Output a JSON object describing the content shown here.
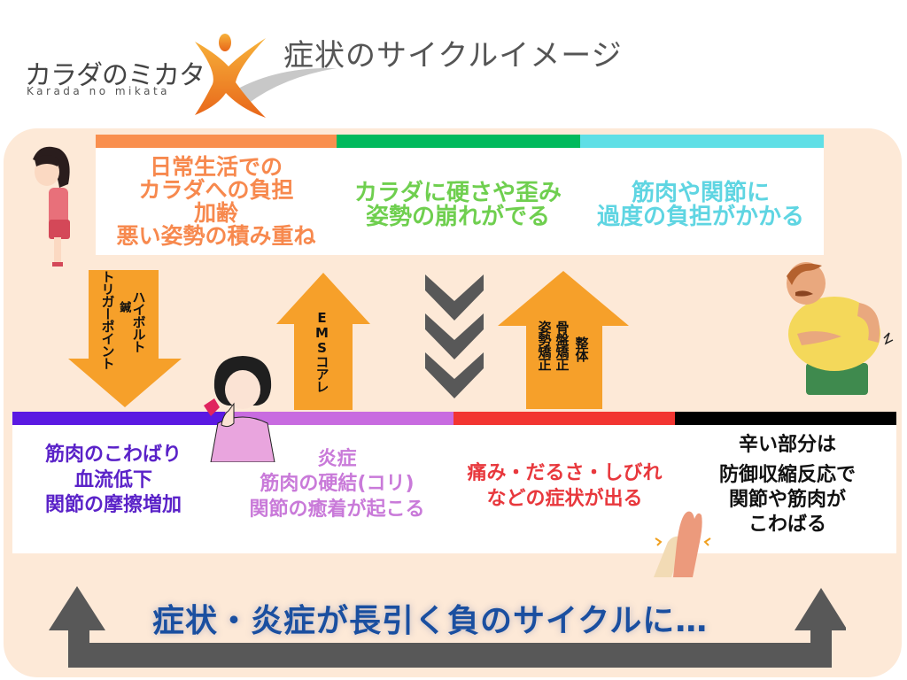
{
  "header": {
    "logo_text": "カラダのミカタ",
    "logo_subtext": "Karada no mikata",
    "title": "症状のサイクルイメージ"
  },
  "colors": {
    "panel_bg": "#fde9d7",
    "orange_bar": "#f98f4e",
    "green_bar": "#00b95c",
    "cyan_bar": "#5fdfe6",
    "indigo_bar": "#5a19e2",
    "violet_bar": "#c86be0",
    "red_bar": "#f23531",
    "black_bar": "#000000",
    "arrow_orange": "#f6a02a",
    "arrow_gray": "#585858",
    "cycle_text": "#1a4fa0"
  },
  "top_row": [
    {
      "lines": [
        "日常生活での",
        "カラダへの負担",
        "加齢",
        "悪い姿勢の積み重ね"
      ],
      "color": "#f7894e"
    },
    {
      "lines": [
        "カラダに硬さや歪み",
        "姿勢の崩れがでる"
      ],
      "color": "#6fcf4f"
    },
    {
      "lines": [
        "筋肉や関節に",
        "過度の負担がかかる"
      ],
      "color": "#5fd5e2"
    }
  ],
  "treatments": {
    "down_arrow": {
      "col1": "トリガーポイント",
      "col2": "鍼",
      "col3": "ハイボルト"
    },
    "up_arrow_ems": {
      "label": "EMSコアレ"
    },
    "up_arrow_correction": {
      "col1": "姿勢矯正",
      "col2": "骨盤矯正",
      "col3": "整体"
    }
  },
  "bottom_row": [
    {
      "lines": [
        "筋肉のこわばり",
        "血流低下",
        "関節の摩擦増加"
      ],
      "color": "#5a22c8"
    },
    {
      "lines": [
        "炎症",
        "筋肉の硬結(コリ)",
        "関節の癒着が起こる"
      ],
      "color": "#c97ad9"
    },
    {
      "lines": [
        "痛み・だるさ・しびれ",
        "などの症状が出る"
      ],
      "color": "#e8383d"
    },
    {
      "lines": [
        "辛い部分は",
        "防御収縮反応で",
        "関節や筋肉が",
        "こわばる"
      ],
      "color": "#111111"
    }
  ],
  "cycle": {
    "text": "症状・炎症が長引く負のサイクルに…"
  },
  "illustrations": {
    "girl": "slouching-girl-illustration",
    "woman": "shoulder-pain-woman-illustration",
    "man": "back-pain-man-illustration",
    "hands": "wrist-pain-hands-illustration"
  }
}
